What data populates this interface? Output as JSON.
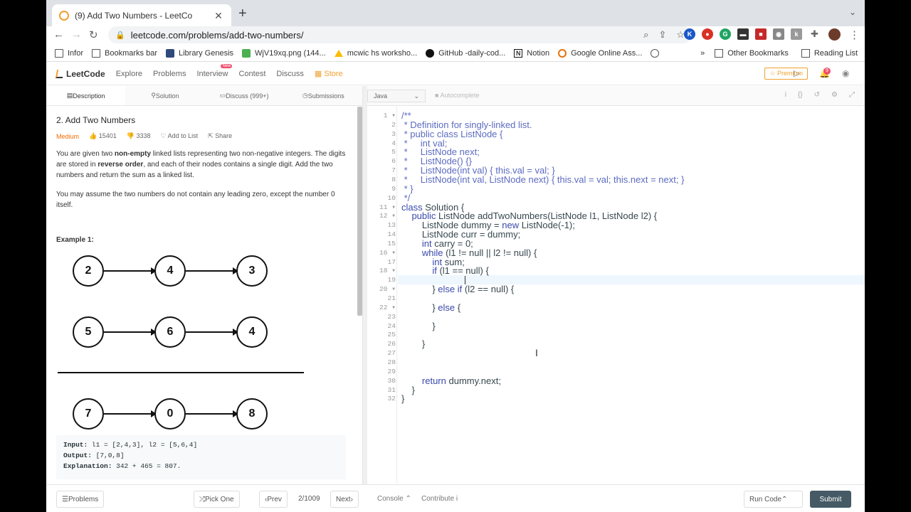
{
  "browser": {
    "tab_title": "(9) Add Two Numbers - LeetCo",
    "url": "leetcode.com/problems/add-two-numbers/",
    "bookmarks": [
      "Infor",
      "Bookmarks bar",
      "Library Genesis",
      "WjV19xq.png (144...",
      "mcwic hs worksho...",
      "GitHub -daily-cod...",
      "Notion",
      "Google Online Ass..."
    ],
    "other_bookmarks": "Other Bookmarks",
    "reading_list": "Reading List"
  },
  "lc_nav": {
    "logo": "LeetCode",
    "links": [
      "Explore",
      "Problems",
      "Interview",
      "Contest",
      "Discuss"
    ],
    "new_badge": "New",
    "store": "Store",
    "premium": "Premium",
    "notifications": "9"
  },
  "left_tabs": [
    "Description",
    "Solution",
    "Discuss (999+)",
    "Submissions"
  ],
  "problem": {
    "title": "2. Add Two Numbers",
    "difficulty": "Medium",
    "likes": "15401",
    "dislikes": "3338",
    "add_to_list": "Add to List",
    "share": "Share",
    "para1_a": "You are given two ",
    "para1_b": "non-empty",
    "para1_c": " linked lists representing two non-negative integers. The digits are stored in ",
    "para1_d": "reverse order",
    "para1_e": ", and each of their nodes contains a single digit. Add the two numbers and return the sum as a linked list.",
    "para2": "You may assume the two numbers do not contain any leading zero, except the number 0 itself.",
    "example_title": "Example 1:",
    "diagram": {
      "row1": [
        "2",
        "4",
        "3"
      ],
      "row2": [
        "5",
        "6",
        "4"
      ],
      "row3": [
        "7",
        "0",
        "8"
      ]
    },
    "input_label": "Input:",
    "input_value": " l1 = [2,4,3], l2 = [5,6,4]",
    "output_label": "Output:",
    "output_value": " [7,0,8]",
    "explanation_label": "Explanation:",
    "explanation_value": " 342 + 465 = 807."
  },
  "editor": {
    "language": "Java",
    "autocomplete": "Autocomplete",
    "lines": [
      "/**",
      " * Definition for singly-linked list.",
      " * public class ListNode {",
      " *     int val;",
      " *     ListNode next;",
      " *     ListNode() {}",
      " *     ListNode(int val) { this.val = val; }",
      " *     ListNode(int val, ListNode next) { this.val = val; this.next = next; }",
      " * }",
      " */",
      "class Solution {",
      "    public ListNode addTwoNumbers(ListNode l1, ListNode l2) {",
      "        ListNode dummy = new ListNode(-1);",
      "        ListNode curr = dummy;",
      "        int carry = 0;",
      "        while (l1 != null || l2 != null) {",
      "            int sum;",
      "            if (l1 == null) {",
      "                ",
      "            } else if (l2 == null) {",
      "",
      "            } else {",
      "",
      "            }",
      "",
      "        }",
      "",
      "",
      "",
      "        return dummy.next;",
      "    }",
      "}"
    ]
  },
  "footer": {
    "problems": "Problems",
    "pick_one": "Pick One",
    "prev": "Prev",
    "counter": "2/1009",
    "next": "Next",
    "console": "Console",
    "contribute": "Contribute",
    "run_code": "Run Code",
    "submit": "Submit"
  }
}
